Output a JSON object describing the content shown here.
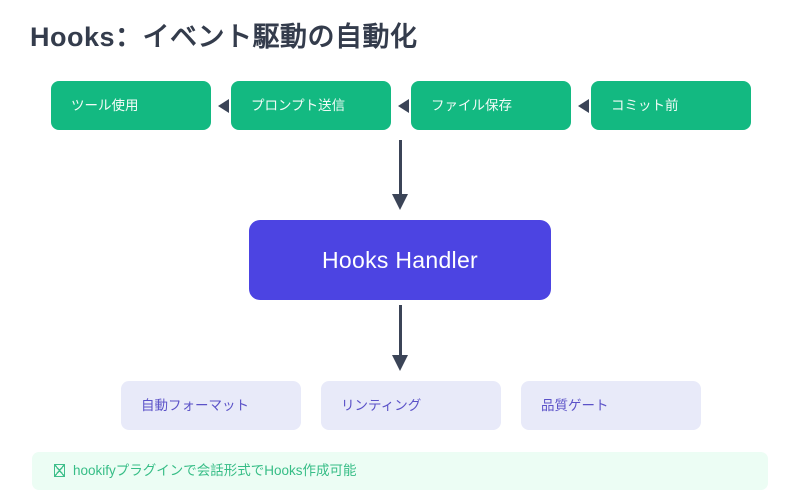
{
  "slide": {
    "title": "Hooks：イベント駆動の自動化",
    "background_color": "#ffffff",
    "title_color": "#343c4c"
  },
  "triggers": {
    "accent_color": "#13b981",
    "text_color": "#f2fbf7",
    "arrow_color": "#3b4457",
    "items": [
      {
        "label": "ツール使用"
      },
      {
        "label": "プロンプト送信"
      },
      {
        "label": "ファイル保存"
      },
      {
        "label": "コミット前"
      }
    ],
    "connector_icon": "arrow-left-icon"
  },
  "flow": {
    "arrow_down_icon": "arrow-down-icon",
    "arrow_color": "#3b4457"
  },
  "handler": {
    "label": "Hooks Handler",
    "background_color": "#4c44e2",
    "text_color": "#ffffff"
  },
  "actions": {
    "background_color": "#e8eaf9",
    "text_color": "#5b52c8",
    "items": [
      {
        "label": "自動フォーマット"
      },
      {
        "label": "リンティング"
      },
      {
        "label": "品質ゲート"
      }
    ]
  },
  "note": {
    "icon": "missing-glyph-icon",
    "text": "hookifyプラグインで会話形式でHooks作成可能",
    "background_color": "#ecfdf4",
    "text_color": "#36bd86"
  }
}
